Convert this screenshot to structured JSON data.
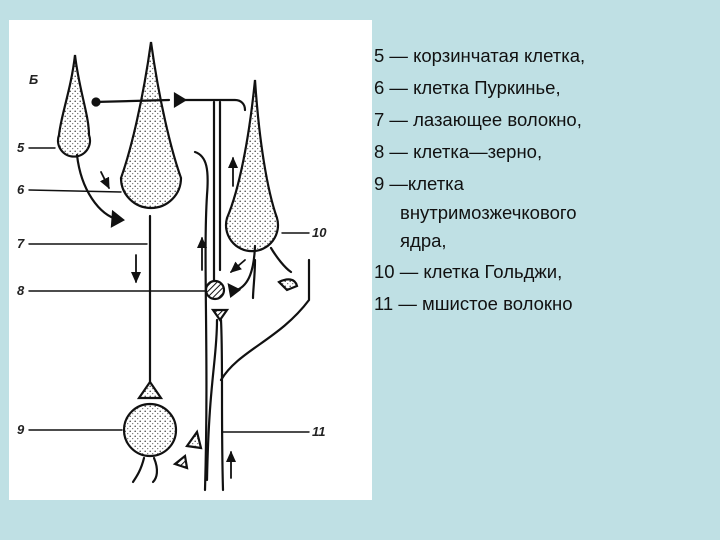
{
  "figure": {
    "panel_letter": "Б",
    "labels": {
      "l5": "5",
      "l6": "6",
      "l7": "7",
      "l8": "8",
      "l9": "9",
      "l10": "10",
      "l11": "11"
    }
  },
  "legend": {
    "item5": "5 — корзинчатая клетка,",
    "item6": "6 — клетка Пуркинье,",
    "item7": "7 — лазающее волокно,",
    "item8": "8 — клетка—зерно,",
    "item9_line1": "9 —клетка",
    "item9_line2": "внутримозжечкового",
    "item9_line3": "ядра,",
    "item10": "10 — клетка Гольджи,",
    "item11": "11 — мшистое волокно"
  }
}
